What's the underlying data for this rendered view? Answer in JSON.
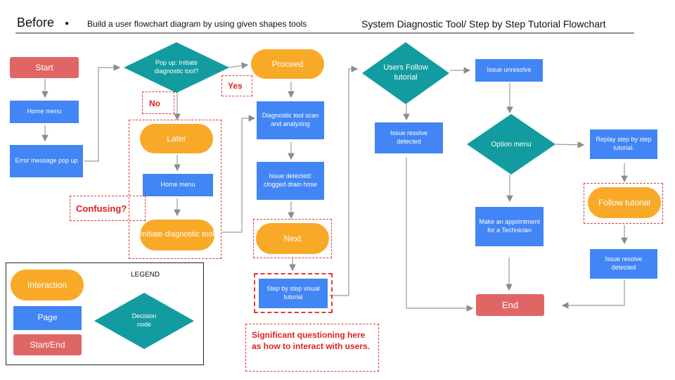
{
  "header": {
    "before": "Before",
    "bullet": "●",
    "subtitle": "Build a user flowchart diagram by using given shapes tools",
    "title": "System Diagnostic Tool/ Step by Step Tutorial Flowchart"
  },
  "nodes": {
    "start": "Start",
    "home_menu_1": "Home menu",
    "error_popup": "Error message pop up",
    "popup_decision": "Pop up: Initiate diagnostic tool?",
    "yes": "Yes",
    "no": "No",
    "later": "Later",
    "home_menu_2": "Home menu",
    "initiate_tool": "Initiate diagnostic tool",
    "proceed": "Proceed",
    "scan": "Diagnostic tool scan and analyzing",
    "issue_detected": "Issue detected: clogged drain hose",
    "next": "Next",
    "step_tutorial": "Step by step visual tutorial",
    "users_follow": "Users Follow tutorial",
    "issue_unresolve": "Issue unresolve",
    "issue_resolve_1": "Issue resolve detected",
    "option_menu": "Option menu",
    "replay_step": "Replay step by step tutorial.",
    "follow_tutorial": "Follow tutorial",
    "appointment": "Make an appointment for a Technician",
    "issue_resolve_2": "Issue resolve detected",
    "end": "End"
  },
  "annotations": {
    "confusing": "Confusing?",
    "significant": "Significant questioning here as how to interact with users."
  },
  "legend": {
    "title": "LEGEND",
    "interaction": "Interaction",
    "page": "Page",
    "startend": "Start/End",
    "decision": "Decision node"
  },
  "colors": {
    "page": "#4285f4",
    "interaction": "#f9a928",
    "start_end": "#e06666",
    "decision": "#129ca0",
    "annotation": "#e02020"
  }
}
